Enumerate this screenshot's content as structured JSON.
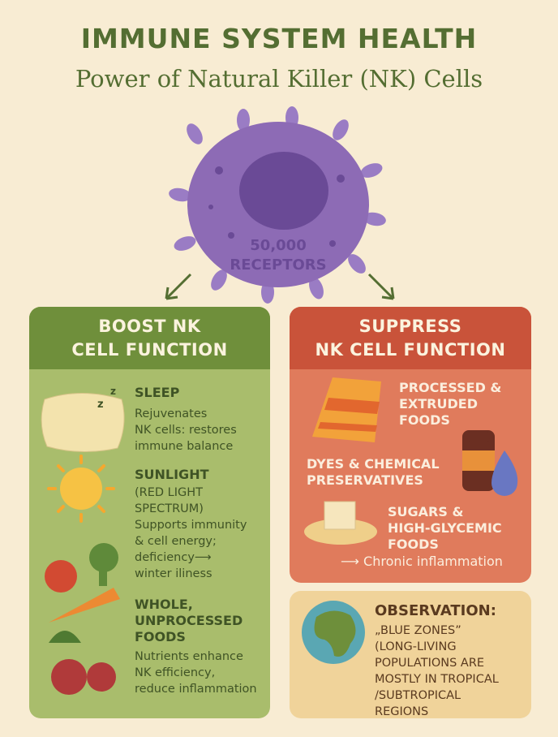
{
  "header": {
    "title": "IMMUNE SYSTEM HEALTH",
    "subtitle": "Power of Natural Killer (NK) Cells"
  },
  "cell": {
    "label_line1": "50,000",
    "label_line2": "RECEPTORS"
  },
  "boost": {
    "title_line1": "BOOST NK",
    "title_line2": "CELL FUNCTION",
    "sleep": {
      "heading": "SLEEP",
      "text": [
        "Rejuvenates",
        "NK cells: restores",
        "immune balance"
      ],
      "icon_text": "z z"
    },
    "sunlight": {
      "heading": "SUNLIGHT",
      "sub": [
        "(RED LIGHT",
        "SPECTRUM)"
      ],
      "text": [
        "Supports immunity",
        "& cell energy;",
        "deficiency⟶",
        "winter iliness"
      ]
    },
    "foods": {
      "heading": [
        "WHOLE,",
        "UNPROCESSED",
        "FOODS"
      ],
      "text": [
        "Nutrients enhance",
        "NK efficiency,",
        "reduce inflammation"
      ]
    }
  },
  "suppress": {
    "title_line1": "SUPPRESS",
    "title_line2": "NK CELL FUNCTION",
    "processed": [
      "PROCESSED &",
      "EXTRUDED",
      "FOODS"
    ],
    "dyes": [
      "DYES & CHEMICAL",
      "PRESERVATIVES"
    ],
    "sugars": [
      "SUGARS &",
      "HIGH-GLYCEMIC",
      "FOODS"
    ],
    "result": "⟶ Chronic inflammation"
  },
  "observation": {
    "heading": "OBSERVATION:",
    "text": [
      "„BLUE ZONES”",
      "(LONG-LIVING",
      "POPULATIONS ARE",
      "MOSTLY IN TROPICAL",
      "/SUBTROPICAL",
      "REGIONS"
    ]
  },
  "colors": {
    "green": "#546e32",
    "red": "#c9533a",
    "cell": "#8d6bb5"
  }
}
